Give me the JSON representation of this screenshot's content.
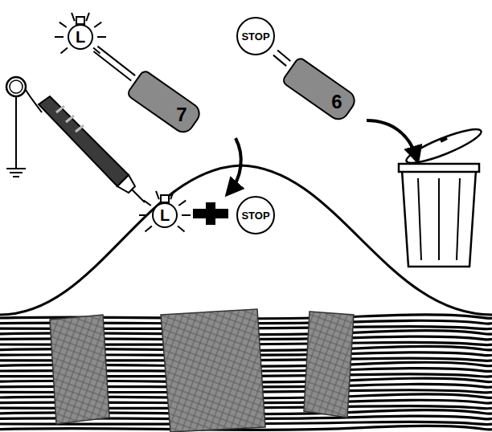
{
  "diagram": {
    "nodes": [
      {
        "text": [
          "L"
        ]
      },
      {
        "text": [
          "7"
        ]
      },
      {
        "text": [
          "STOP"
        ]
      },
      {
        "text": [
          "6"
        ]
      },
      {
        "text": [
          "L"
        ]
      },
      {
        "text": [
          "STOP"
        ]
      }
    ],
    "edges": [
      {
        "from": 1,
        "to": 0,
        "arrow": "none"
      },
      {
        "from": 3,
        "to": 2,
        "arrow": "none"
      }
    ]
  }
}
